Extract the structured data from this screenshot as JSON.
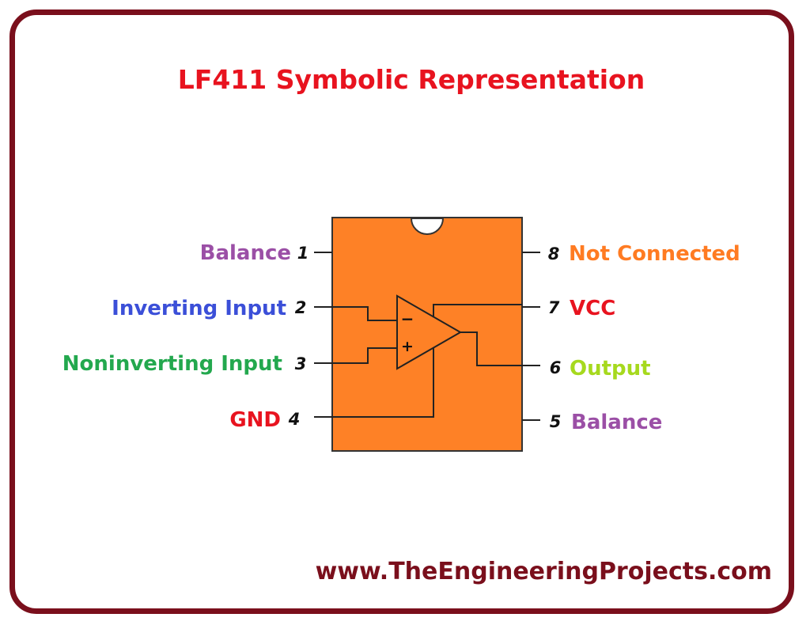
{
  "title": {
    "text": "LF411 Symbolic Representation",
    "color": "#e8131f"
  },
  "footer": {
    "text": "www.TheEngineeringProjects.com",
    "color": "#7a0f1c"
  },
  "chip": {
    "body_color": "#fe8126",
    "outline_color": "#333333",
    "symbol": {
      "inverting_sign": "−",
      "noninverting_sign": "+"
    }
  },
  "pins": [
    {
      "number": "1",
      "label": "Balance",
      "color": "#9b4fa6"
    },
    {
      "number": "2",
      "label": "Inverting Input",
      "color": "#3b4fd8"
    },
    {
      "number": "3",
      "label": "Noninverting Input",
      "color": "#23a84e"
    },
    {
      "number": "4",
      "label": "GND",
      "color": "#e8131f"
    },
    {
      "number": "5",
      "label": "Balance",
      "color": "#9b4fa6"
    },
    {
      "number": "6",
      "label": "Output",
      "color": "#a6d91e"
    },
    {
      "number": "7",
      "label": "VCC",
      "color": "#e8131f"
    },
    {
      "number": "8",
      "label": "Not Connected",
      "color": "#ff7b22"
    }
  ]
}
